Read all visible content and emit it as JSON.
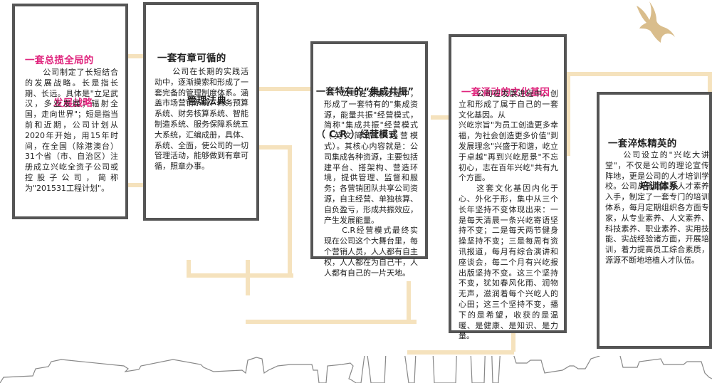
{
  "colors": {
    "accent_pink": "#e0267e",
    "connector": "#f5e2bd",
    "card_border": "#555555",
    "dove": "#d9bd8c",
    "skyline_stroke": "#888888"
  },
  "cards": [
    {
      "title_line1": "一套总揽全局的",
      "title_line2": "发展战略",
      "title_color": "pink",
      "paragraphs": [
        "公司制定了长短结合的发展战略。长是指长期、长远。具体是\"立足武汉，多业发展；辐射全国，走向世界\"；短是指当前和近期，公司计划从2020年开始，用15年时间，在全国（除港澳台）31个省（市、自治区）注册成立兴屹全资子公司或控股子公司，简称为\"201531工程计划\"。"
      ]
    },
    {
      "title_line1": "一套有章可循的",
      "title_line2": "管理法典",
      "title_color": "dark",
      "paragraphs": [
        "公司在长期的实践活动中，逐渐摸索和形成了一套完备的管理制度体系。涵盖市场营销系统、商务预算系统、财务核算系统、智能制造系统、服务保障系统五大系统，汇编成册，具体、系统、全面，使公司的一切管理活动，能够做到有章可循，照章办事。"
      ]
    },
    {
      "title_line1": "一套特有的“集成共振”",
      "title_line2": "（ C.R ）经营模式",
      "title_color": "dark",
      "paragraphs": [
        "公司在发展过程中，形成了一套特有的\"集成资源，能量共振\"经营模式，简称\"集成共振\"经营模式（英文简称C.R经营模式）。其核心内容就是：公司集成各种资源，主要包括建平台、搭架构、营造环境，提供管理、监督和服务；各营销团队共享公司资源，自主经营、单独核算、自负盈亏，形成共振效应，产生发展能量。",
        "C.R经营模式最终实现在公司这个大舞台里，每个营销人员，人人都有自主权，人人都在为自己干，人人都有自己的一片天地。"
      ]
    },
    {
      "title_line1": "一套涌动的文化基因",
      "title_line2": "",
      "title_color": "pink",
      "paragraphs": [
        "公司在发展进程中，创立和形成了属于自己的一套文化基因。从",
        "兴屹宗旨\"为员工创造更多幸福，为社会创造更多价值\"到发展理念\"兴盛于和谐，屹立于卓越\"再到兴屹愿景\"不忘初心，志在百年兴屹\"共有九个方面。",
        "这套文化基因内化于心、外化于形，集中从三个长年坚持不变体现出来：一是每天清晨一条兴屹寄语坚持不变；二是每天两节健身操坚持不变；三是每周有资讯报道，每月有综合演讲和座谈会，每二个月有兴屹报出版坚持不变。这三个坚持不变，犹如春风化雨、润物无声，滋润着每个兴屹人的心田；这三个坚持不变，播下的是希望，收获的是温暖、是健康、是知识、是力量。"
      ]
    },
    {
      "title_line1": "一套淬炼精英的",
      "title_line2": "培训体系",
      "title_color": "dark",
      "paragraphs": [
        "公司设立的\"兴屹大讲堂\"，不仅是公司的理论宣传阵地，更是公司的人才培训学校。公司从全面提升人才素养入手，制定了一套专门的培训体系，每月定期组织各方面专家，从专业素养、人文素养、科技素养、职业素养、实用技能、实战经验诸方面，开展培训，着力提高员工综合素质，源源不断地培植人才队伍。"
      ]
    }
  ],
  "decorations": {
    "dove_icon": "dove-icon",
    "skyline": "city-skyline-outline"
  }
}
